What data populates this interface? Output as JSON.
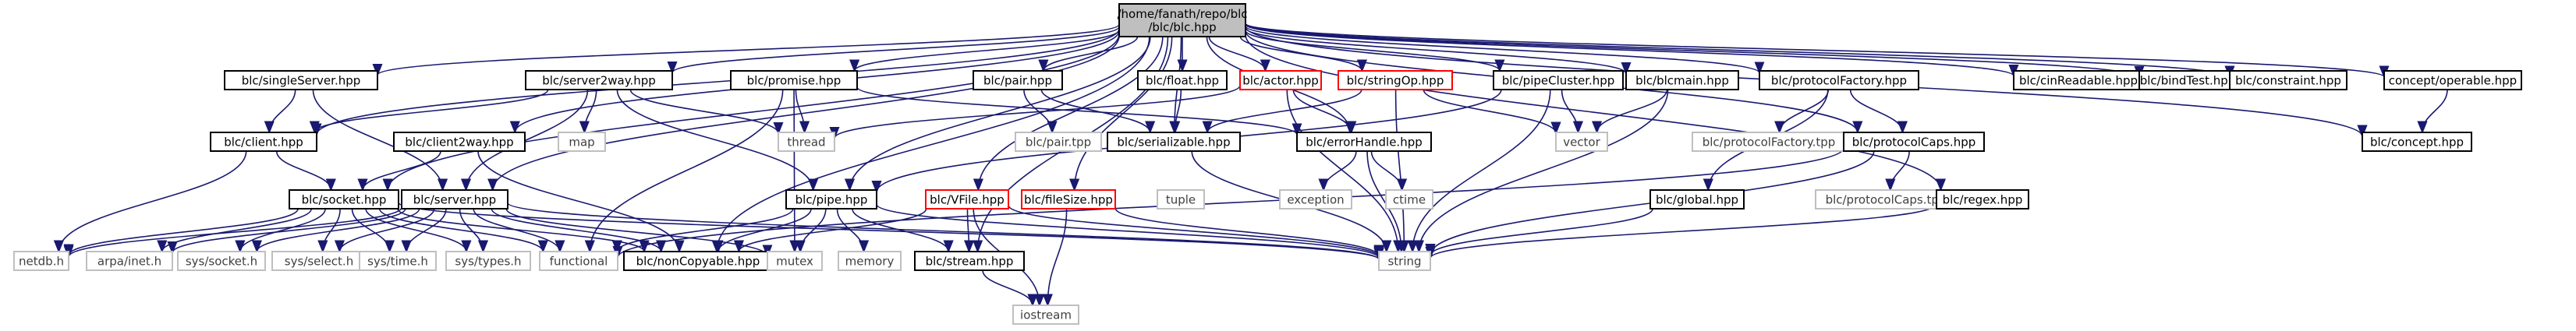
{
  "diagram": {
    "nodes": [
      {
        "id": "blc_hpp",
        "label": "/home/fanath/repo/blc\n/blc/blc.hpp",
        "kind": "main"
      },
      {
        "id": "singleServer",
        "label": "blc/singleServer.hpp",
        "kind": "doc"
      },
      {
        "id": "server2way",
        "label": "blc/server2way.hpp",
        "kind": "doc"
      },
      {
        "id": "promise",
        "label": "blc/promise.hpp",
        "kind": "doc"
      },
      {
        "id": "pair",
        "label": "blc/pair.hpp",
        "kind": "doc"
      },
      {
        "id": "float",
        "label": "blc/float.hpp",
        "kind": "doc"
      },
      {
        "id": "actor",
        "label": "blc/actor.hpp",
        "kind": "trunc"
      },
      {
        "id": "stringOp",
        "label": "blc/stringOp.hpp",
        "kind": "trunc"
      },
      {
        "id": "pipeCluster",
        "label": "blc/pipeCluster.hpp",
        "kind": "doc"
      },
      {
        "id": "blcmain",
        "label": "blc/blcmain.hpp",
        "kind": "doc"
      },
      {
        "id": "protocolFactory_hpp",
        "label": "blc/protocolFactory.hpp",
        "kind": "doc"
      },
      {
        "id": "cinReadable",
        "label": "blc/cinReadable.hpp",
        "kind": "doc"
      },
      {
        "id": "bindTest",
        "label": "blc/bindTest.hpp",
        "kind": "doc"
      },
      {
        "id": "constraint",
        "label": "blc/constraint.hpp",
        "kind": "doc"
      },
      {
        "id": "operable",
        "label": "concept/operable.hpp",
        "kind": "doc"
      },
      {
        "id": "client",
        "label": "blc/client.hpp",
        "kind": "doc"
      },
      {
        "id": "client2way",
        "label": "blc/client2way.hpp",
        "kind": "doc"
      },
      {
        "id": "map",
        "label": "map",
        "kind": "sys"
      },
      {
        "id": "thread",
        "label": "thread",
        "kind": "sys"
      },
      {
        "id": "pair_tpp",
        "label": "blc/pair.tpp",
        "kind": "sys"
      },
      {
        "id": "serializable",
        "label": "blc/serializable.hpp",
        "kind": "doc"
      },
      {
        "id": "errorHandle",
        "label": "blc/errorHandle.hpp",
        "kind": "doc"
      },
      {
        "id": "vector",
        "label": "vector",
        "kind": "sys"
      },
      {
        "id": "protocolFactory_tpp",
        "label": "blc/protocolFactory.tpp",
        "kind": "sys"
      },
      {
        "id": "protocolCaps_hpp",
        "label": "blc/protocolCaps.hpp",
        "kind": "doc"
      },
      {
        "id": "concept_hpp",
        "label": "blc/concept.hpp",
        "kind": "doc"
      },
      {
        "id": "socket",
        "label": "blc/socket.hpp",
        "kind": "doc"
      },
      {
        "id": "server",
        "label": "blc/server.hpp",
        "kind": "doc"
      },
      {
        "id": "pipe",
        "label": "blc/pipe.hpp",
        "kind": "doc"
      },
      {
        "id": "VFile",
        "label": "blc/VFile.hpp",
        "kind": "trunc"
      },
      {
        "id": "fileSize",
        "label": "blc/fileSize.hpp",
        "kind": "trunc"
      },
      {
        "id": "tuple",
        "label": "tuple",
        "kind": "sys"
      },
      {
        "id": "exception",
        "label": "exception",
        "kind": "sys"
      },
      {
        "id": "ctime",
        "label": "ctime",
        "kind": "sys"
      },
      {
        "id": "global",
        "label": "blc/global.hpp",
        "kind": "doc"
      },
      {
        "id": "protocolCaps_tpp",
        "label": "blc/protocolCaps.tpp",
        "kind": "sys"
      },
      {
        "id": "regex",
        "label": "blc/regex.hpp",
        "kind": "doc"
      },
      {
        "id": "netdb",
        "label": "netdb.h",
        "kind": "sys"
      },
      {
        "id": "arpa_inet",
        "label": "arpa/inet.h",
        "kind": "sys"
      },
      {
        "id": "sys_socket",
        "label": "sys/socket.h",
        "kind": "sys"
      },
      {
        "id": "sys_select",
        "label": "sys/select.h",
        "kind": "sys"
      },
      {
        "id": "sys_time",
        "label": "sys/time.h",
        "kind": "sys"
      },
      {
        "id": "sys_types",
        "label": "sys/types.h",
        "kind": "sys"
      },
      {
        "id": "functional",
        "label": "functional",
        "kind": "sys"
      },
      {
        "id": "nonCopyable",
        "label": "blc/nonCopyable.hpp",
        "kind": "doc"
      },
      {
        "id": "mutex",
        "label": "mutex",
        "kind": "sys"
      },
      {
        "id": "memory",
        "label": "memory",
        "kind": "sys"
      },
      {
        "id": "stream",
        "label": "blc/stream.hpp",
        "kind": "doc"
      },
      {
        "id": "string",
        "label": "string",
        "kind": "sys"
      },
      {
        "id": "iostream",
        "label": "iostream",
        "kind": "sys"
      }
    ],
    "edges": [
      [
        "blc_hpp",
        "singleServer"
      ],
      [
        "blc_hpp",
        "server2way"
      ],
      [
        "blc_hpp",
        "promise"
      ],
      [
        "blc_hpp",
        "pair"
      ],
      [
        "blc_hpp",
        "float"
      ],
      [
        "blc_hpp",
        "actor"
      ],
      [
        "blc_hpp",
        "stringOp"
      ],
      [
        "blc_hpp",
        "pipeCluster"
      ],
      [
        "blc_hpp",
        "blcmain"
      ],
      [
        "blc_hpp",
        "protocolFactory_hpp"
      ],
      [
        "blc_hpp",
        "cinReadable"
      ],
      [
        "blc_hpp",
        "bindTest"
      ],
      [
        "blc_hpp",
        "constraint"
      ],
      [
        "blc_hpp",
        "operable"
      ],
      [
        "blc_hpp",
        "client"
      ],
      [
        "blc_hpp",
        "client2way"
      ],
      [
        "blc_hpp",
        "socket"
      ],
      [
        "blc_hpp",
        "server"
      ],
      [
        "blc_hpp",
        "pipe"
      ],
      [
        "blc_hpp",
        "VFile"
      ],
      [
        "blc_hpp",
        "fileSize"
      ],
      [
        "blc_hpp",
        "serializable"
      ],
      [
        "blc_hpp",
        "errorHandle"
      ],
      [
        "blc_hpp",
        "nonCopyable"
      ],
      [
        "blc_hpp",
        "stream"
      ],
      [
        "blc_hpp",
        "protocolCaps_hpp"
      ],
      [
        "blc_hpp",
        "regex"
      ],
      [
        "blc_hpp",
        "concept_hpp"
      ],
      [
        "singleServer",
        "client"
      ],
      [
        "singleServer",
        "server"
      ],
      [
        "server2way",
        "client"
      ],
      [
        "server2way",
        "map"
      ],
      [
        "server2way",
        "thread"
      ],
      [
        "server2way",
        "server"
      ],
      [
        "server2way",
        "pipe"
      ],
      [
        "promise",
        "thread"
      ],
      [
        "promise",
        "mutex"
      ],
      [
        "promise",
        "functional"
      ],
      [
        "promise",
        "errorHandle"
      ],
      [
        "pair",
        "pair_tpp"
      ],
      [
        "pair",
        "serializable"
      ],
      [
        "float",
        "serializable"
      ],
      [
        "actor",
        "thread"
      ],
      [
        "actor",
        "errorHandle"
      ],
      [
        "actor",
        "string"
      ],
      [
        "stringOp",
        "serializable"
      ],
      [
        "stringOp",
        "vector"
      ],
      [
        "stringOp",
        "string"
      ],
      [
        "pipeCluster",
        "vector"
      ],
      [
        "pipeCluster",
        "string"
      ],
      [
        "pipeCluster",
        "pipe"
      ],
      [
        "blcmain",
        "vector"
      ],
      [
        "blcmain",
        "string"
      ],
      [
        "protocolFactory_hpp",
        "protocolFactory_tpp"
      ],
      [
        "protocolFactory_hpp",
        "protocolCaps_hpp"
      ],
      [
        "protocolFactory_hpp",
        "global"
      ],
      [
        "operable",
        "concept_hpp"
      ],
      [
        "client",
        "socket"
      ],
      [
        "client",
        "netdb"
      ],
      [
        "client2way",
        "socket"
      ],
      [
        "client2way",
        "nonCopyable"
      ],
      [
        "serializable",
        "string"
      ],
      [
        "errorHandle",
        "exception"
      ],
      [
        "errorHandle",
        "ctime"
      ],
      [
        "errorHandle",
        "string"
      ],
      [
        "protocolCaps_hpp",
        "protocolCaps_tpp"
      ],
      [
        "protocolCaps_hpp",
        "string"
      ],
      [
        "protocolCaps_hpp",
        "functional"
      ],
      [
        "socket",
        "netdb"
      ],
      [
        "socket",
        "arpa_inet"
      ],
      [
        "socket",
        "sys_socket"
      ],
      [
        "socket",
        "sys_select"
      ],
      [
        "socket",
        "sys_time"
      ],
      [
        "socket",
        "sys_types"
      ],
      [
        "socket",
        "functional"
      ],
      [
        "socket",
        "nonCopyable"
      ],
      [
        "socket",
        "string"
      ],
      [
        "server",
        "netdb"
      ],
      [
        "server",
        "arpa_inet"
      ],
      [
        "server",
        "sys_socket"
      ],
      [
        "server",
        "sys_select"
      ],
      [
        "server",
        "sys_time"
      ],
      [
        "server",
        "sys_types"
      ],
      [
        "server",
        "functional"
      ],
      [
        "server",
        "nonCopyable"
      ],
      [
        "server",
        "mutex"
      ],
      [
        "server",
        "string"
      ],
      [
        "pipe",
        "functional"
      ],
      [
        "pipe",
        "nonCopyable"
      ],
      [
        "pipe",
        "mutex"
      ],
      [
        "pipe",
        "memory"
      ],
      [
        "pipe",
        "stream"
      ],
      [
        "pipe",
        "string"
      ],
      [
        "VFile",
        "nonCopyable"
      ],
      [
        "VFile",
        "stream"
      ],
      [
        "VFile",
        "iostream"
      ],
      [
        "VFile",
        "string"
      ],
      [
        "fileSize",
        "iostream"
      ],
      [
        "fileSize",
        "string"
      ],
      [
        "global",
        "string"
      ],
      [
        "regex",
        "string"
      ],
      [
        "stream",
        "iostream"
      ]
    ]
  }
}
